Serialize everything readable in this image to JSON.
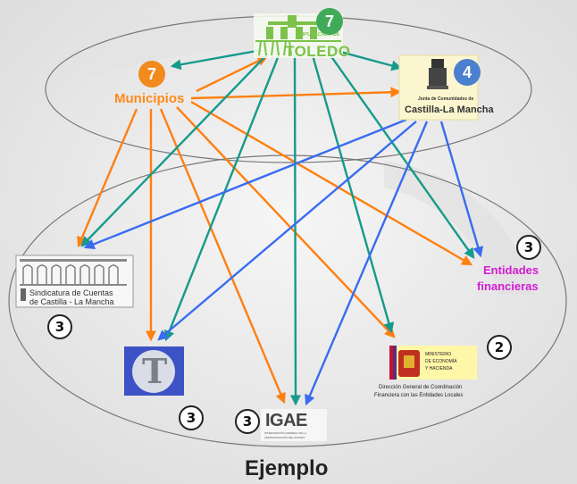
{
  "colors": {
    "background": "#ececec",
    "orange": "#ff7f10",
    "teal": "#169a8c",
    "blue": "#3a6cf0",
    "green_badge": "#3faa58",
    "orange_badge": "#f28a1e",
    "blue_badge": "#4b7fd0",
    "magenta": "#d41ad4",
    "toledo_green": "#7cc24a"
  },
  "top_group": {
    "toledo": {
      "title": "TOLEDO",
      "subtitle": "DIPUTACIÓN DE",
      "badge": "7"
    },
    "municipios": {
      "label": "Municipios",
      "badge": "7"
    },
    "jccm": {
      "line1": "Junta de Comunidades de",
      "line2": "Castilla-La Mancha",
      "badge": "4"
    }
  },
  "bottom_group": {
    "sindicatura": {
      "line1": "Sindicatura de Cuentas",
      "line2": "de Castilla - La Mancha",
      "badge": "3"
    },
    "tribunal": {
      "glyph": "T",
      "badge": "3"
    },
    "igae": {
      "logo": "IGAE",
      "line1": "INTERVENCIÓN GENERAL DE LA",
      "line2": "ADMINISTRACIÓN DEL ESTADO",
      "badge": "3"
    },
    "ministerio": {
      "logo_l1": "MINISTERIO",
      "logo_l2": "DE ECONOMÍA",
      "logo_l3": "Y HACIENDA",
      "line1": "Dirección General de Coordinación",
      "line2": "Financiera con las Entidades Locales",
      "badge": "2"
    },
    "entidades": {
      "line1": "Entidades",
      "line2": "financieras",
      "badge": "3"
    }
  },
  "footer": {
    "title": "Ejemplo"
  }
}
